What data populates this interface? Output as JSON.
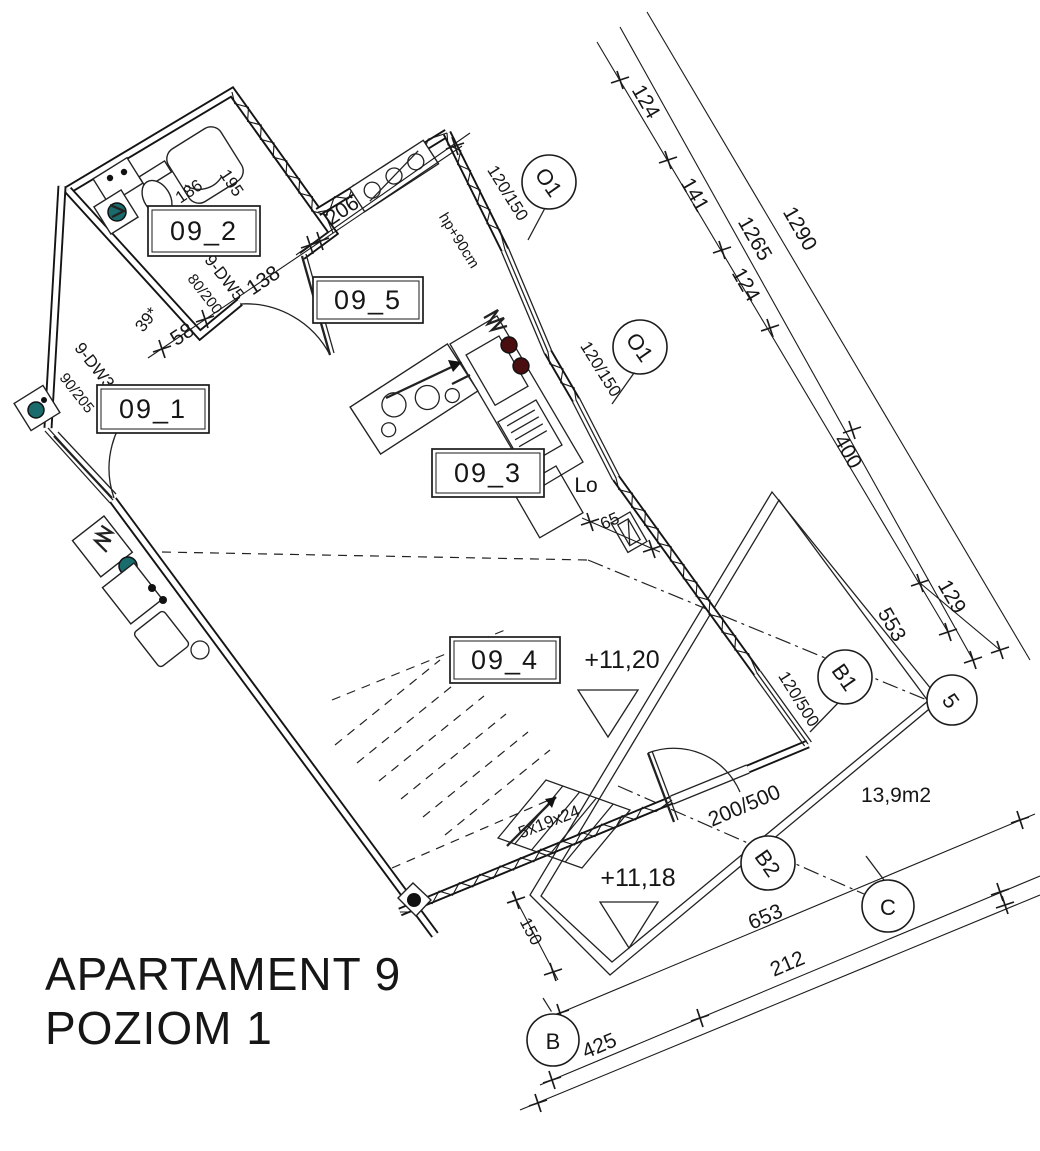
{
  "title": {
    "line1": "APARTAMENT 9",
    "line2": "POZIOM 1"
  },
  "room_labels": {
    "r1": "09_1",
    "r2": "09_2",
    "r3": "09_3",
    "r4": "09_4",
    "r5": "09_5"
  },
  "markers": {
    "o1": "O1",
    "b1": "B1",
    "b2": "B2",
    "g5": "5",
    "gb": "B",
    "gc": "C"
  },
  "window_sizes": {
    "w1": "120/150",
    "w2": "120/150",
    "b1": "120/500",
    "b2": "200/500"
  },
  "door_labels": {
    "dw5": "9-DW5",
    "dw5_size": "80/200",
    "dw3": "9-DW3",
    "dw3_size": "90/205"
  },
  "elevations": {
    "upper": "+11,20",
    "lower": "+11,18"
  },
  "area": {
    "terrace": "13,9m2"
  },
  "stairs": {
    "label": "5x19x24",
    "width": "150"
  },
  "notes": {
    "parapet": "hp+90cm",
    "closet": "Lo",
    "closet_depth": "65"
  },
  "dims": {
    "c1a": "124",
    "c1b": "141",
    "c1c": "124",
    "c1d": "400",
    "c2a": "1265",
    "c2b": "553",
    "c3a": "1290",
    "c4a": "129",
    "bottom_a": "653",
    "bottom_b": "425",
    "bottom_c": "212",
    "left_a": "58",
    "left_b": "138",
    "left_c": "206",
    "left_d": "186",
    "left_e": "195",
    "left_f": "39*"
  },
  "colors": {
    "line": "#161616",
    "teal_fixture": "#1a6b6b",
    "burner_red": "#4a0d10"
  }
}
